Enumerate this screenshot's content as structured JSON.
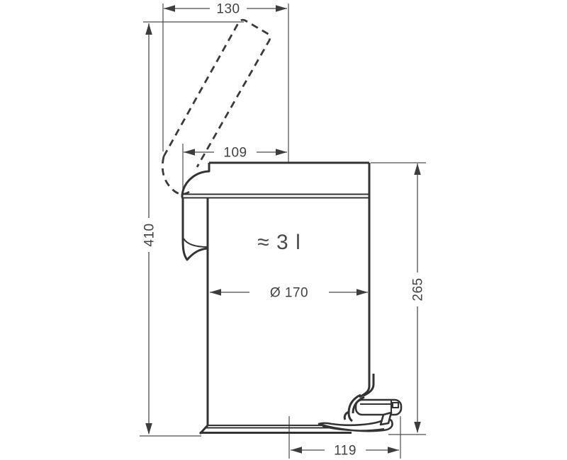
{
  "figure": {
    "type": "technical-drawing",
    "subject": "pedal waste bin — side elevation with open-lid position",
    "capacity_label": "≈ 3 l",
    "dimensions": {
      "open_lid_width": "130",
      "top_depth": "109",
      "total_height_lid_open": "410",
      "body_height": "265",
      "body_diameter": "Ø 170",
      "pedal_depth": "119"
    },
    "colors": {
      "line": "#333333",
      "dimension_line": "#4c4c4c",
      "text": "#424242",
      "background": "#ffffff"
    }
  }
}
